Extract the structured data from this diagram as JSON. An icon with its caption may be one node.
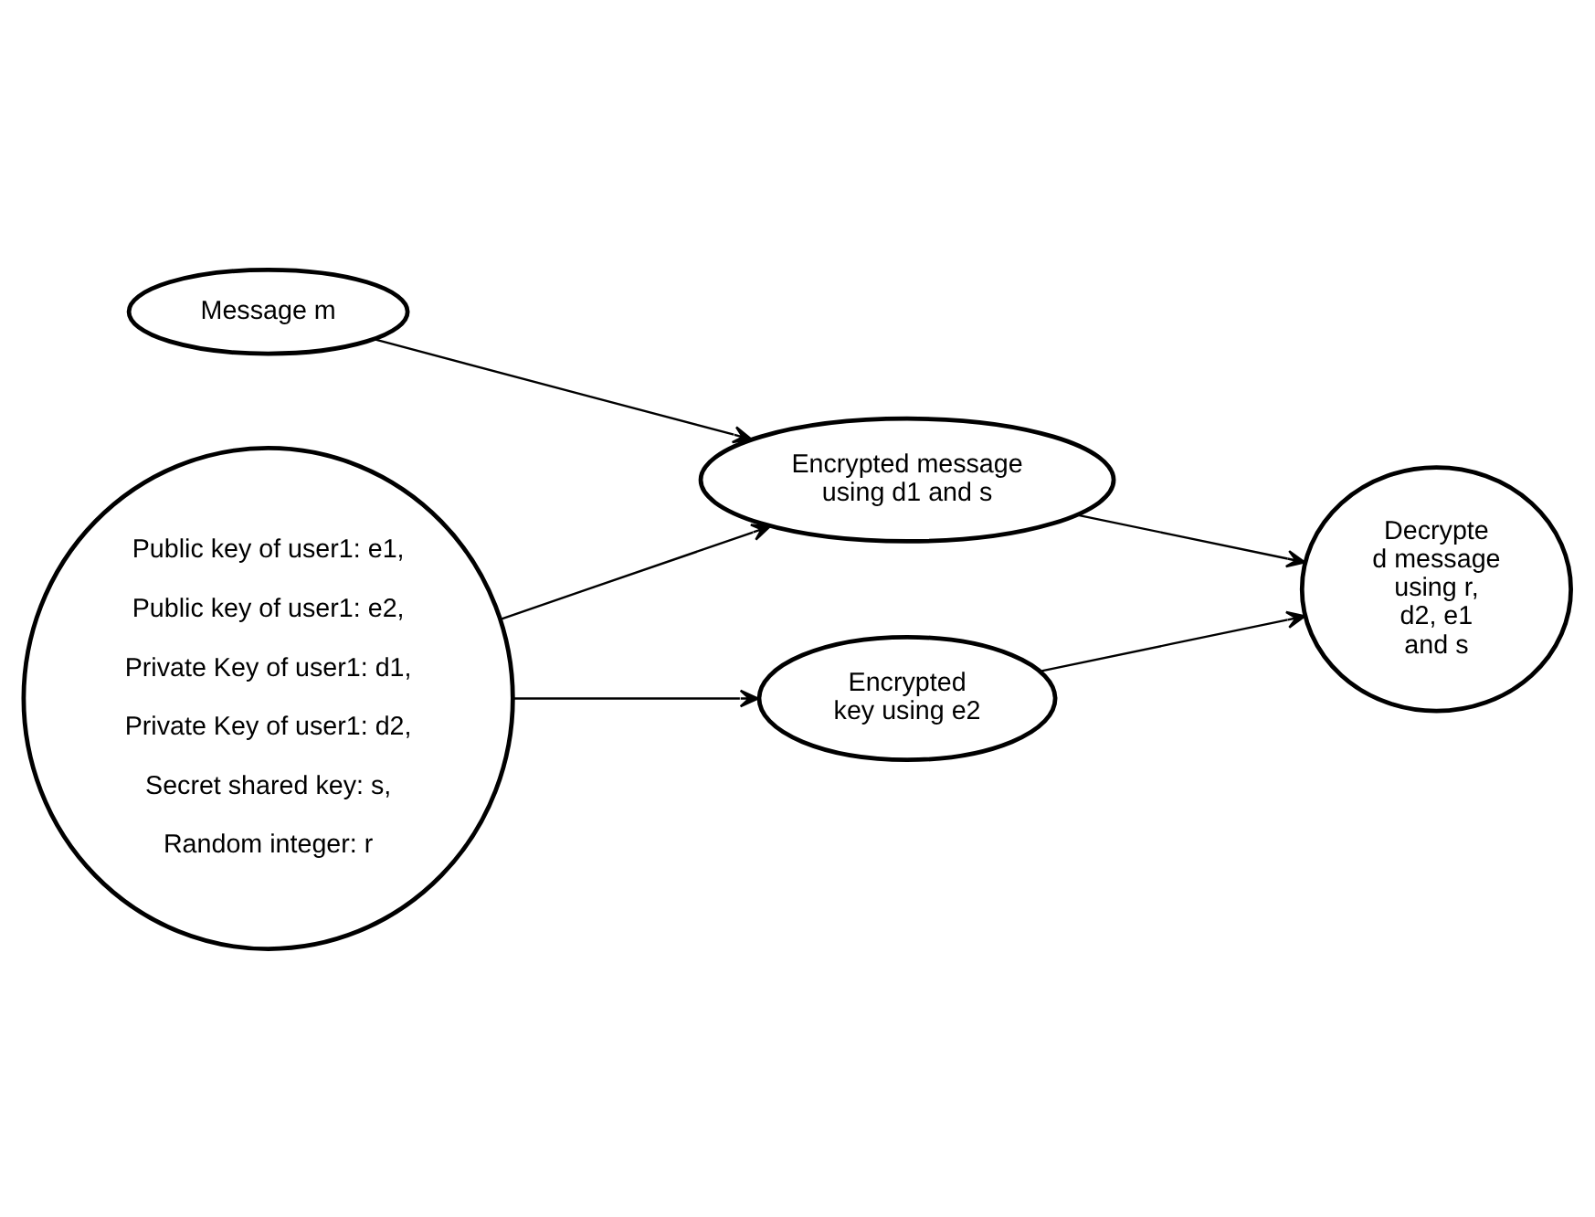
{
  "diagram": {
    "nodes": [
      {
        "text": [
          "Message m"
        ]
      },
      {
        "text": [
          "Encrypted message using d1 and s"
        ]
      },
      {
        "text": [
          "Public key of user1: e1,",
          "Public key of user1: e2,",
          "Private Key of user1: d1,",
          "Private Key of user1: d2,",
          "Secret shared key: s,",
          "Random integer: r"
        ]
      },
      {
        "text": [
          "Encrypted key using e2"
        ]
      },
      {
        "text": [
          "Decrypte d message using r, d2, e1 and s"
        ]
      }
    ],
    "edges": [
      {
        "from": 0,
        "to": 1,
        "arrow": "to"
      },
      {
        "from": 2,
        "to": 1,
        "arrow": "to"
      },
      {
        "from": 1,
        "to": 4,
        "arrow": "to"
      },
      {
        "from": 2,
        "to": 3,
        "arrow": "to"
      },
      {
        "from": 3,
        "to": 4,
        "arrow": "to"
      }
    ]
  }
}
